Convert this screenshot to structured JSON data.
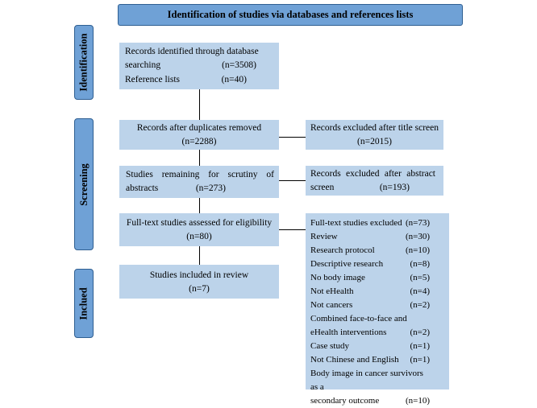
{
  "header": "Identification of studies via databases and references lists",
  "phases": {
    "identification": "Identification",
    "screening": "Screening",
    "included": "Inclued"
  },
  "boxes": {
    "identified": {
      "line1": "Records identified through database",
      "line2a": "searching",
      "line2b": "(n=3508)",
      "line3a": "Reference lists",
      "line3b": "(n=40)"
    },
    "after_duplicates": {
      "line1": "Records after duplicates removed",
      "line2": "(n=2288)"
    },
    "excluded_title": {
      "line1": "Records excluded after title screen",
      "line2": "(n=2015)"
    },
    "remaining": {
      "line1a": "Studies remaining for scrutiny of",
      "line2a": "abstracts",
      "line2b": "(n=273)"
    },
    "excluded_abstract": {
      "line1": "Records excluded after abstract",
      "line2a": "screen",
      "line2b": "(n=193)"
    },
    "fulltext": {
      "line1": "Full-text studies assessed for eligibility",
      "line2": "(n=80)"
    },
    "included_review": {
      "line1": "Studies included in review",
      "line2": "(n=7)"
    },
    "fulltext_excluded": {
      "title": "Full-text studies excluded",
      "title_n": "(n=73)",
      "reasons": [
        {
          "label": "Review",
          "n": "(n=30)"
        },
        {
          "label": "Research protocol",
          "n": "(n=10)"
        },
        {
          "label": "Descriptive research",
          "n": "(n=8)"
        },
        {
          "label": "No body image",
          "n": "(n=5)"
        },
        {
          "label": "Not eHealth",
          "n": "(n=4)"
        },
        {
          "label": "Not cancers",
          "n": "(n=2)"
        },
        {
          "label": "Combined face-to-face and",
          "n": ""
        },
        {
          "label": "eHealth interventions",
          "n": "(n=2)"
        },
        {
          "label": "Case study",
          "n": "(n=1)"
        },
        {
          "label": "Not Chinese and English",
          "n": "(n=1)"
        },
        {
          "label": "Body image in cancer survivors as a",
          "n": ""
        },
        {
          "label": "secondary outcome",
          "n": "(n=10)"
        }
      ]
    }
  }
}
